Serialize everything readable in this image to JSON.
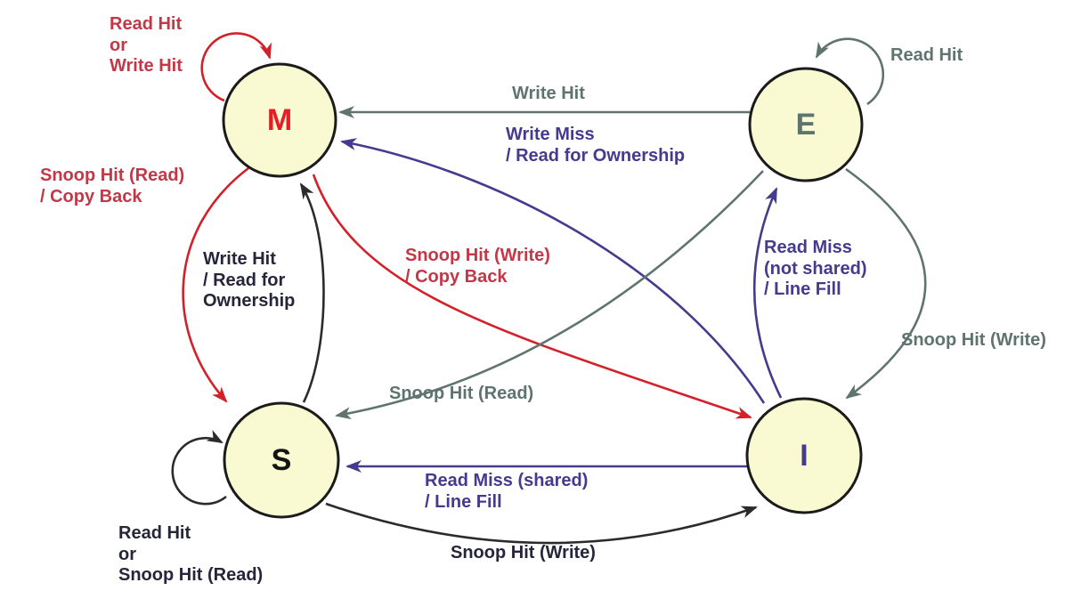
{
  "diagram": {
    "type": "state-machine",
    "subject": "MESI cache coherence protocol"
  },
  "colors": {
    "background": "#ffffff",
    "red": "#d42029",
    "red_text": "#c43747",
    "gray": "#5f736f",
    "purple": "#443b8e",
    "black_text": "#26263a",
    "black_arrow": "#2b2b2b",
    "node_fill": "#fafad2",
    "node_border": "#1b1b1b",
    "m_letter": "#e81c27",
    "e_letter": "#5f736f",
    "s_letter": "#141414",
    "i_letter": "#443b8e"
  },
  "states": [
    {
      "id": "M",
      "label": "M"
    },
    {
      "id": "E",
      "label": "E"
    },
    {
      "id": "S",
      "label": "S"
    },
    {
      "id": "I",
      "label": "I"
    }
  ],
  "transitions": [
    {
      "from": "M",
      "to": "M",
      "color": "red",
      "label": "Read Hit\nor\nWrite Hit"
    },
    {
      "from": "M",
      "to": "S",
      "color": "red",
      "label": "Snoop Hit (Read)\n/ Copy Back"
    },
    {
      "from": "S",
      "to": "M",
      "color": "black",
      "label": "Write Hit\n/ Read for\nOwnership"
    },
    {
      "from": "E",
      "to": "M",
      "color": "gray",
      "label": "Write Hit"
    },
    {
      "from": "I",
      "to": "M",
      "color": "purple",
      "label": "Write Miss\n/ Read for Ownership"
    },
    {
      "from": "M",
      "to": "I",
      "color": "red",
      "label": "Snoop Hit (Write)\n/ Copy Back"
    },
    {
      "from": "E",
      "to": "E",
      "color": "gray",
      "label": "Read Hit"
    },
    {
      "from": "E",
      "to": "S",
      "color": "gray",
      "label": "Snoop Hit (Read)"
    },
    {
      "from": "I",
      "to": "E",
      "color": "purple",
      "label": "Read Miss\n(not shared)\n/ Line Fill"
    },
    {
      "from": "E",
      "to": "I",
      "color": "gray",
      "label": "Snoop Hit (Write)"
    },
    {
      "from": "I",
      "to": "S",
      "color": "purple",
      "label": "Read Miss (shared)\n/ Line Fill"
    },
    {
      "from": "S",
      "to": "I",
      "color": "black",
      "label": "Snoop Hit (Write)"
    },
    {
      "from": "S",
      "to": "S",
      "color": "black",
      "label": "Read Hit\nor\nSnoop Hit (Read)"
    }
  ]
}
